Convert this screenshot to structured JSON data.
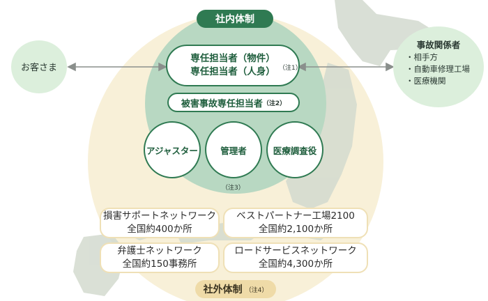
{
  "colors": {
    "inner_green": "#2f7a52",
    "circle_fill": "#b8d8c2",
    "outer_beige": "#f8f0d8",
    "side_bubble": "#dcefdc",
    "map_gray": "#d3dacf"
  },
  "inner": {
    "title": "社内体制",
    "box1_line1": "専任担当者（物件）",
    "box1_line2": "専任担当者（人身）",
    "note1": "（注1）",
    "box2": "被害事故専任担当者",
    "note2": "（注2）",
    "circles": [
      "アジャスター",
      "管理者",
      "医療調査役"
    ],
    "note3": "（注3）"
  },
  "customer": {
    "label": "お客さま"
  },
  "parties": {
    "title": "事故関係者",
    "items": [
      "・相手方",
      "・自動車修理工場",
      "・医療機関"
    ]
  },
  "external": {
    "title": "社外体制",
    "note": "（注4）",
    "networks": [
      {
        "line1": "損害サポートネットワーク",
        "line2": "全国約400か所"
      },
      {
        "line1": "ベストパートナー工場2100",
        "line2": "全国約2,100か所"
      },
      {
        "line1": "弁護士ネットワーク",
        "line2": "全国約150事務所"
      },
      {
        "line1": "ロードサービスネットワーク",
        "line2": "全国約4,300か所"
      }
    ]
  }
}
